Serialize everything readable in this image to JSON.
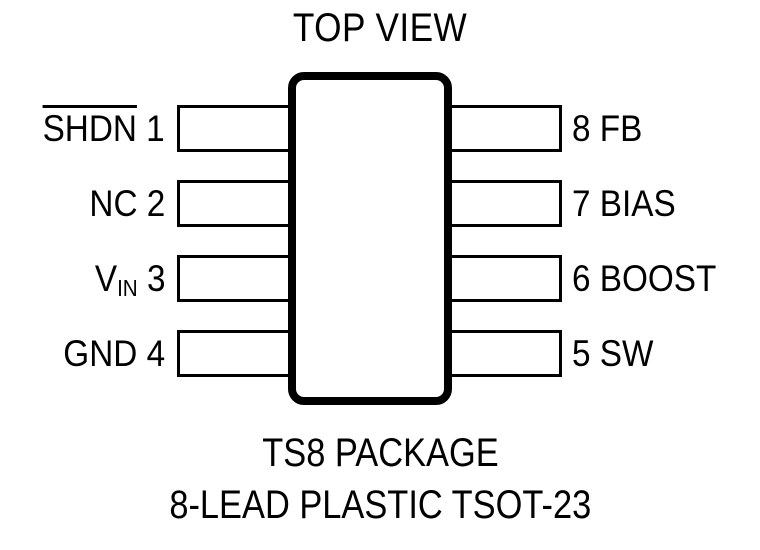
{
  "diagram": {
    "title": "TOP VIEW",
    "caption_line_1": "TS8 PACKAGE",
    "caption_line_2": "8-LEAD PLASTIC TSOT-23",
    "colors": {
      "ink": "#000000",
      "background": "#ffffff"
    }
  },
  "pins": {
    "left": [
      {
        "number": "1",
        "name": "SHDN",
        "overbar": true,
        "label": "SHDN 1"
      },
      {
        "number": "2",
        "name": "NC",
        "overbar": false,
        "label": "NC 2"
      },
      {
        "number": "3",
        "name": "VIN",
        "overbar": false,
        "label": "VIN 3",
        "base": "V",
        "subscript": "IN"
      },
      {
        "number": "4",
        "name": "GND",
        "overbar": false,
        "label": "GND 4"
      }
    ],
    "right": [
      {
        "number": "8",
        "name": "FB",
        "label": "8 FB"
      },
      {
        "number": "7",
        "name": "BIAS",
        "label": "7 BIAS"
      },
      {
        "number": "6",
        "name": "BOOST",
        "label": "6 BOOST"
      },
      {
        "number": "5",
        "name": "SW",
        "label": "5 SW"
      }
    ]
  }
}
